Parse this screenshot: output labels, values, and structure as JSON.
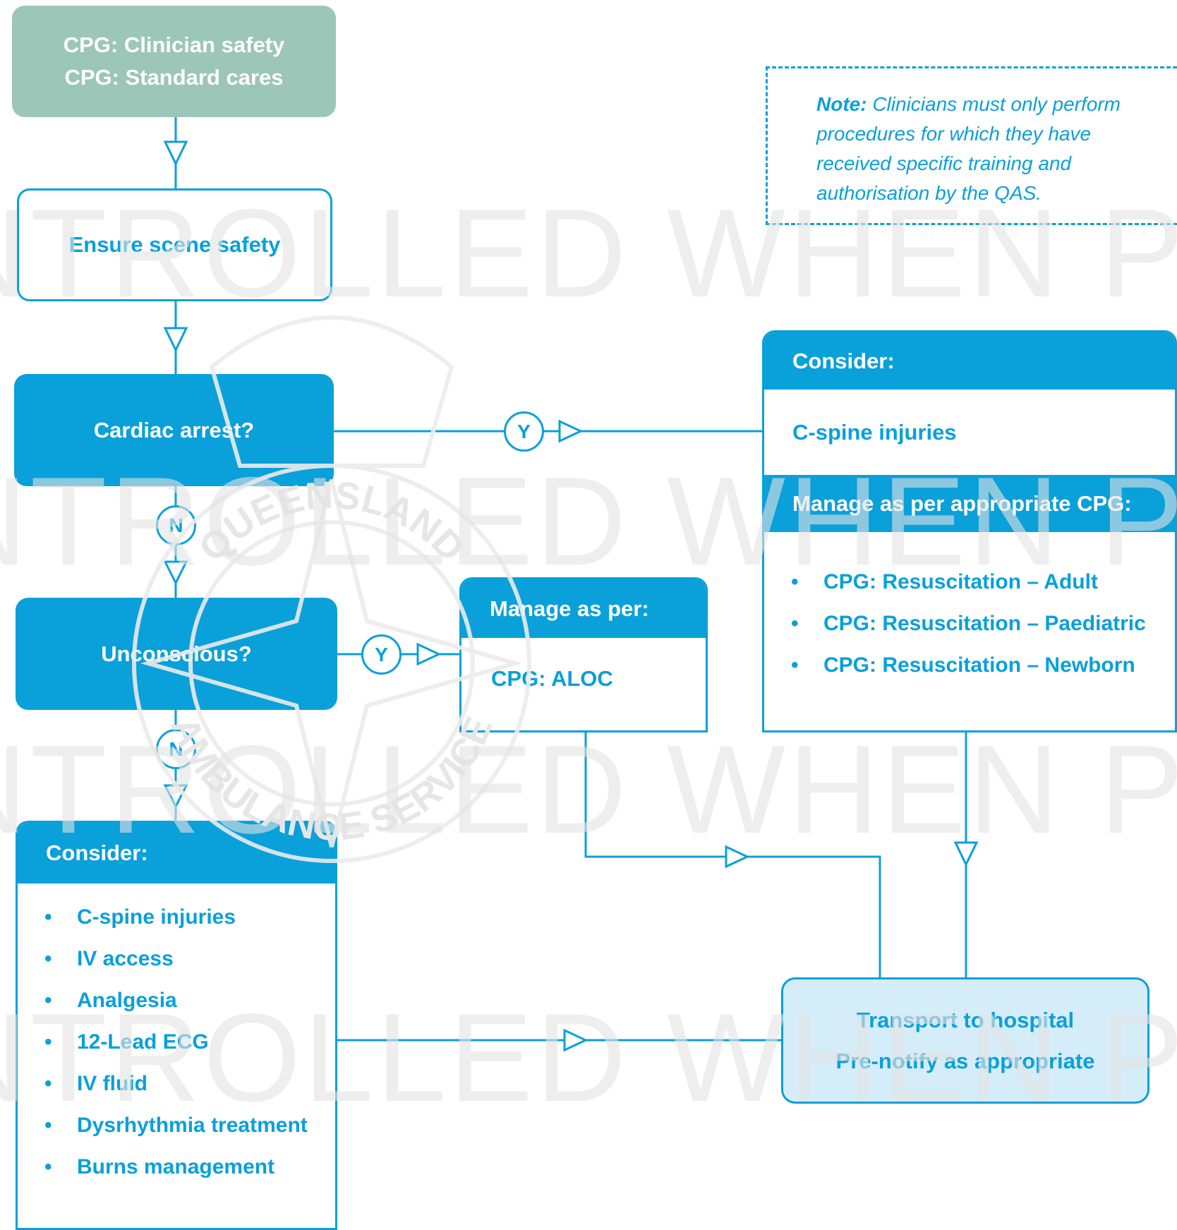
{
  "colors": {
    "primary": "#0aa0da",
    "header_green": "#9bc6b8",
    "transport_fill": "#d5edf9",
    "watermark": "#e3e3e3"
  },
  "watermark": {
    "text": "UNCONTROLLED WHEN PRINTED",
    "has_emblem": true,
    "emblem_text_top": "QUEENSLAND",
    "emblem_text_bottom": "AMBULANCE SERVICE"
  },
  "nodes": {
    "safety": {
      "line1": "CPG: Clinician safety",
      "line2": "CPG: Standard cares"
    },
    "scene": {
      "label": "Ensure scene safety"
    },
    "cardiac": {
      "label": "Cardiac arrest?"
    },
    "unconscious": {
      "label": "Unconscious?"
    },
    "consider_left": {
      "header": "Consider:",
      "items": [
        "C-spine injuries",
        "IV access",
        "Analgesia",
        "12-Lead ECG",
        "IV fluid",
        "Dysrhythmia treatment",
        "Burns management"
      ]
    },
    "aloc": {
      "header": "Manage as per:",
      "body": "CPG: ALOC"
    },
    "consider_right": {
      "header": "Consider:",
      "body": "C-spine injuries",
      "header2": "Manage as per appropriate CPG:",
      "items": [
        "CPG: Resuscitation – Adult",
        "CPG: Resuscitation – Paediatric",
        "CPG: Resuscitation – Newborn"
      ]
    },
    "note": {
      "label": "Note:",
      "text": "Clinicians must only perform procedures for which they have received specific training and authorisation by the QAS."
    },
    "transport": {
      "line1": "Transport to hospital",
      "line2": "Pre-notify as appropriate"
    }
  },
  "decisions": {
    "cardiac_yes": "Y",
    "cardiac_no": "N",
    "unconscious_yes": "Y",
    "unconscious_no": "N"
  }
}
